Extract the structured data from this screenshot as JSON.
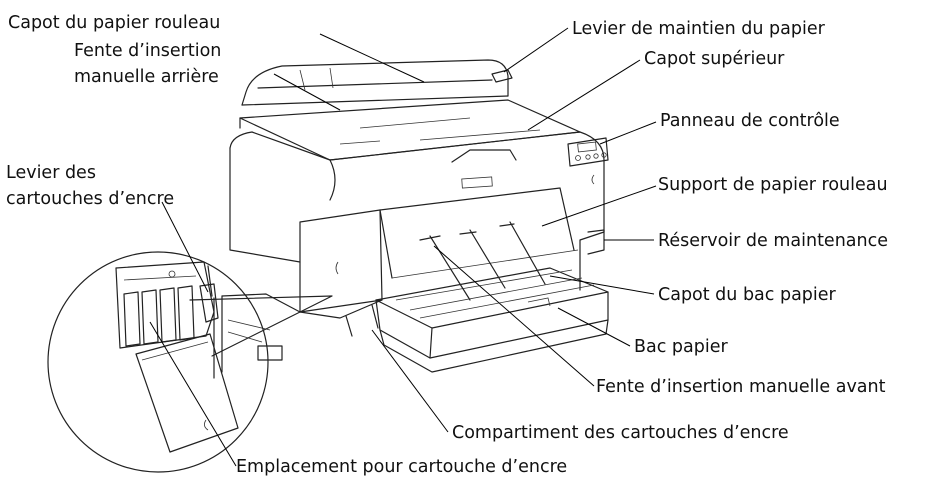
{
  "colors": {
    "text": "#111111",
    "line": "#222222",
    "background": "#ffffff"
  },
  "labels": {
    "roll_paper_cover": "Capot du papier rouleau",
    "rear_manual_feed_line1": "Fente d’insertion",
    "rear_manual_feed_line2": "manuelle arrière",
    "paper_set_lever": "Levier de maintien du papier",
    "top_cover": "Capot supérieur",
    "control_panel": "Panneau de contrôle",
    "ink_lever_line1": "Levier des",
    "ink_lever_line2": "cartouches d’encre",
    "roll_paper_holder": "Support de papier rouleau",
    "maintenance_tank": "Réservoir de maintenance",
    "paper_tray_cover": "Capot du bac papier",
    "paper_tray": "Bac papier",
    "front_manual_feed": "Fente d’insertion manuelle avant",
    "ink_compartment": "Compartiment des cartouches d’encre",
    "ink_slot": "Emplacement pour cartouche d’encre"
  }
}
